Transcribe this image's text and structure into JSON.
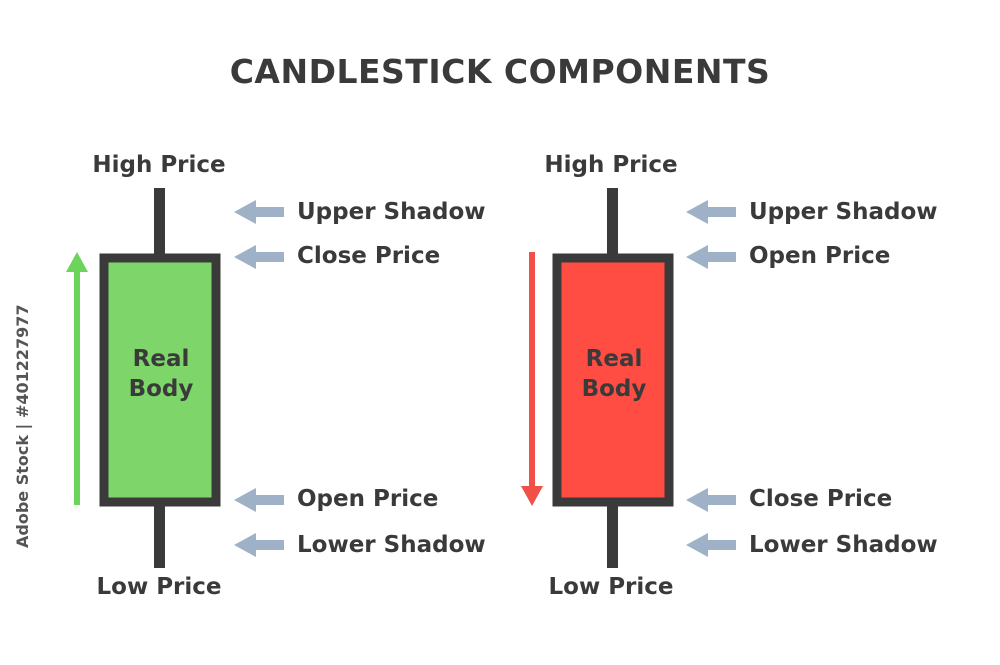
{
  "title": "CANDLESTICK COMPONENTS",
  "colors": {
    "bullish_body": "#7ed66a",
    "bullish_arrow": "#6cd45a",
    "bearish_body": "#ff4d43",
    "bearish_arrow": "#f25046",
    "outline": "#3a3a3a",
    "pointer_arrow": "#9fb1c6",
    "text": "#3a3a3a"
  },
  "bullish": {
    "high_label": "High Price",
    "low_label": "Low Price",
    "body_line1": "Real",
    "body_line2": "Body",
    "upper_shadow": "Upper Shadow",
    "top_price": "Close Price",
    "bottom_price": "Open Price",
    "lower_shadow": "Lower Shadow"
  },
  "bearish": {
    "high_label": "High Price",
    "low_label": "Low Price",
    "body_line1": "Real",
    "body_line2": "Body",
    "upper_shadow": "Upper Shadow",
    "top_price": "Open Price",
    "bottom_price": "Close Price",
    "lower_shadow": "Lower Shadow"
  },
  "watermark": "Adobe Stock | #401227977"
}
